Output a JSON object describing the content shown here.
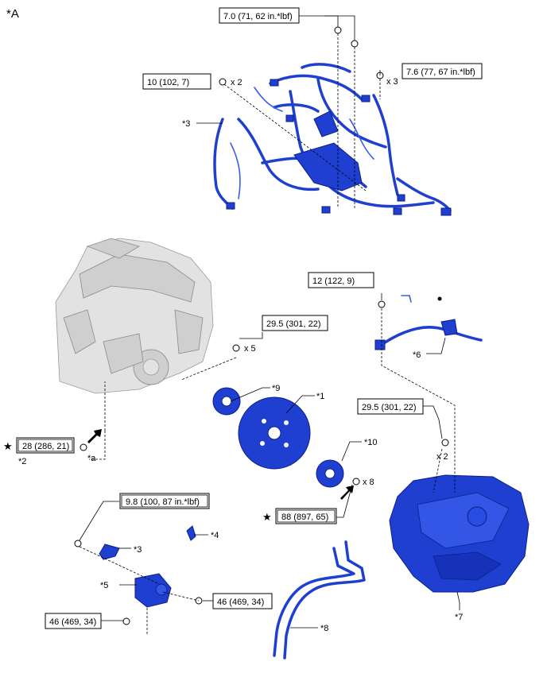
{
  "view_label": "*A",
  "torque_specs": {
    "t1": "7.0 (71, 62 in.*lbf)",
    "t2": "10 (102, 7)",
    "t3": "7.6 (77, 67 in.*lbf)",
    "t4": "12 (122, 9)",
    "t5": "29.5 (301, 22)",
    "t6": "29.5 (301, 22)",
    "t7": "28 (286, 21)",
    "t8": "88 (897, 65)",
    "t9": "9.8 (100, 87 in.*lbf)",
    "t10": "46 (469, 34)",
    "t11": "46 (469, 34)"
  },
  "quantities": {
    "q1": "x 2",
    "q2": "x 3",
    "q3": "x 5",
    "q4": "x 2",
    "q5": "x 8"
  },
  "callouts": {
    "c3a": "*3",
    "c6": "*6",
    "c9": "*9",
    "c1": "*1",
    "c10": "*10",
    "c2": "*2",
    "ca": "*a",
    "c3b": "*3",
    "c4": "*4",
    "c5": "*5",
    "c8": "*8",
    "c7": "*7"
  },
  "symbols": {
    "star1": "★",
    "star2": "★"
  },
  "colors": {
    "part_blue": "#1f3fd0",
    "engine_grey": "#e2e2e2"
  }
}
